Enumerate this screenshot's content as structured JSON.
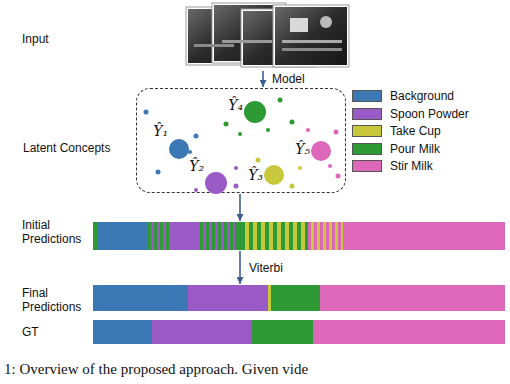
{
  "diagram": {
    "caption": "1: Overview of the proposed approach. Given vide",
    "nodes": [
      {
        "text": [
          "Input"
        ]
      },
      {
        "text": [
          "Latent Concepts"
        ]
      },
      {
        "text": [
          "Ŷ₁"
        ],
        "in": 1
      },
      {
        "text": [
          "Ŷ₂"
        ],
        "in": 1
      },
      {
        "text": [
          "Ŷ₃"
        ],
        "in": 1
      },
      {
        "text": [
          "Ŷ₄"
        ],
        "in": 1
      },
      {
        "text": [
          "Ŷ₅"
        ],
        "in": 1
      },
      {
        "text": [
          "Initial Predictions"
        ]
      },
      {
        "text": [
          "Final Predictions"
        ]
      },
      {
        "text": [
          "GT"
        ]
      }
    ],
    "edges": [
      {
        "from": 0,
        "to": 1,
        "arrow": "to",
        "label": "Model"
      },
      {
        "from": 1,
        "to": 7,
        "arrow": "to"
      },
      {
        "from": 7,
        "to": 8,
        "arrow": "to",
        "label": "Viterbi"
      }
    ],
    "legend": [
      {
        "text": "Background",
        "color": "#3b78b4"
      },
      {
        "text": "Spoon Powder",
        "color": "#9b5bc6"
      },
      {
        "text": "Take Cup",
        "color": "#c8c83c"
      },
      {
        "text": "Pour Milk",
        "color": "#2e9a35"
      },
      {
        "text": "Stir Milk",
        "color": "#dd67b9"
      }
    ]
  }
}
